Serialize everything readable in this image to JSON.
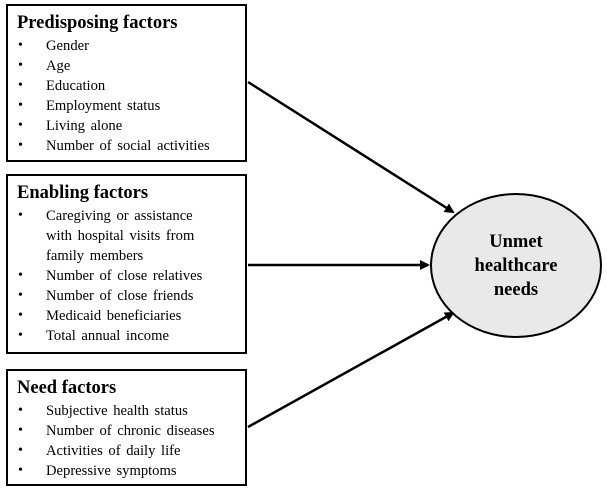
{
  "factors": [
    {
      "title": "Predisposing factors",
      "items": [
        "Gender",
        "Age",
        "Education",
        "Employment  status",
        "Living  alone",
        "Number of social activities"
      ]
    },
    {
      "title": "Enabling factors",
      "items": [
        "Caregiving  or  assistance with hospital  visits  from family  members",
        "Number of close relatives",
        "Number of close friends",
        "Medicaid  beneficiaries",
        "Total  annual  income"
      ]
    },
    {
      "title": "Need factors",
      "items": [
        "Subjective  health  status",
        "Number of chronic diseases",
        "Activities  of  daily  life",
        "Depressive  symptoms"
      ]
    }
  ],
  "outcome": {
    "label": "Unmet healthcare needs"
  },
  "bullet_glyph": "•",
  "colors": {
    "border": "#000000",
    "outcome_fill": "#e9e9e9",
    "background": "#ffffff"
  }
}
